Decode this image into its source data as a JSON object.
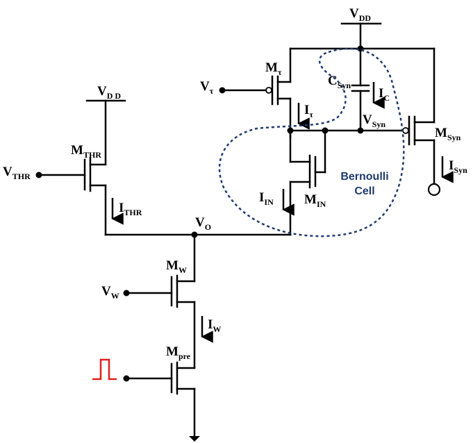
{
  "labels": {
    "vdd_top": {
      "main": "V",
      "sub": "DD"
    },
    "vdd_left": {
      "main": "V",
      "sub": "D D"
    },
    "m_tau": {
      "main": "M",
      "sub": "τ"
    },
    "v_tau": {
      "main": "V",
      "sub": "τ"
    },
    "c_syn": {
      "main": "C",
      "sub": "Syn"
    },
    "i_c": {
      "main": "I",
      "sub": "C"
    },
    "i_tau": {
      "main": "I",
      "sub": "τ"
    },
    "v_syn": {
      "main": "V",
      "sub": "Syn"
    },
    "m_syn": {
      "main": "M",
      "sub": "Syn"
    },
    "i_syn": {
      "main": "I",
      "sub": "Syn"
    },
    "m_thr": {
      "main": "M",
      "sub": "THR"
    },
    "v_thr": {
      "main": "V",
      "sub": "THR"
    },
    "i_thr": {
      "main": "I",
      "sub": "THR"
    },
    "i_in": {
      "main": "I",
      "sub": "IN"
    },
    "m_in": {
      "main": "M",
      "sub": "IN"
    },
    "v_o": {
      "main": "V",
      "sub": "O"
    },
    "m_w": {
      "main": "M",
      "sub": "W"
    },
    "v_w": {
      "main": "V",
      "sub": "W"
    },
    "i_w": {
      "main": "I",
      "sub": "W"
    },
    "m_pre": {
      "main": "M",
      "sub": "pre"
    },
    "bernoulli_line1": "Bernoulli",
    "bernoulli_line2": "Cell"
  },
  "colors": {
    "wire": "#000000",
    "bernoulli_outline": "#1f3a6e",
    "pulse": "#e0201b"
  }
}
